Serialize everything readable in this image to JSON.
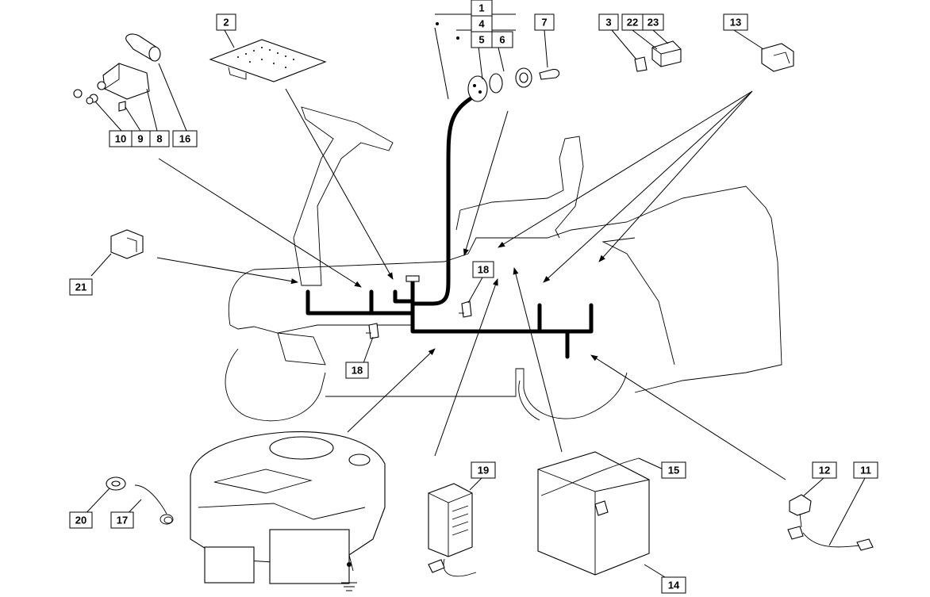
{
  "labels": [
    {
      "key": "1",
      "text": "1"
    },
    {
      "key": "2",
      "text": "2"
    },
    {
      "key": "3",
      "text": "3"
    },
    {
      "key": "4",
      "text": "4"
    },
    {
      "key": "5",
      "text": "5"
    },
    {
      "key": "6",
      "text": "6"
    },
    {
      "key": "7",
      "text": "7"
    },
    {
      "key": "8",
      "text": "8"
    },
    {
      "key": "9",
      "text": "9"
    },
    {
      "key": "10",
      "text": "10"
    },
    {
      "key": "11",
      "text": "11"
    },
    {
      "key": "12",
      "text": "12"
    },
    {
      "key": "13",
      "text": "13"
    },
    {
      "key": "14",
      "text": "14"
    },
    {
      "key": "15",
      "text": "15"
    },
    {
      "key": "16",
      "text": "16"
    },
    {
      "key": "17",
      "text": "17"
    },
    {
      "key": "18a",
      "text": "18"
    },
    {
      "key": "18b",
      "text": "18"
    },
    {
      "key": "19",
      "text": "19"
    },
    {
      "key": "20",
      "text": "20"
    },
    {
      "key": "21",
      "text": "21"
    },
    {
      "key": "22",
      "text": "22"
    },
    {
      "key": "23",
      "text": "23"
    }
  ],
  "colors": {
    "ink": "#000000",
    "paper": "#ffffff"
  }
}
